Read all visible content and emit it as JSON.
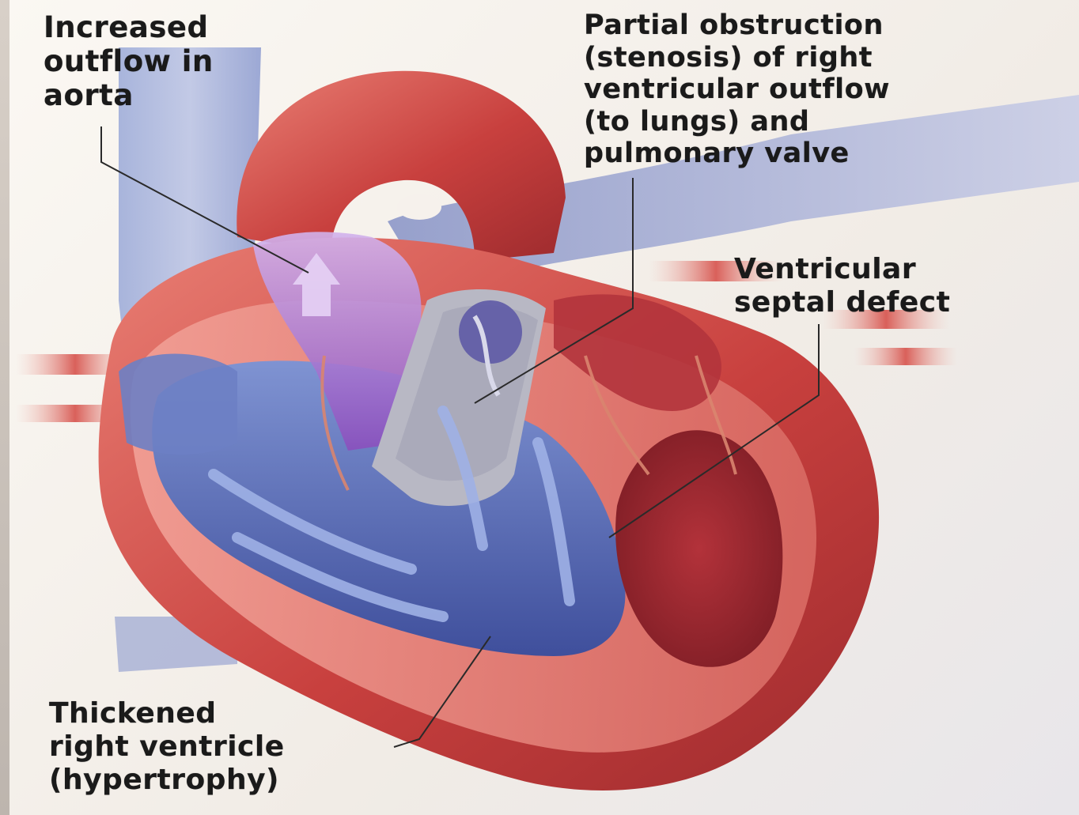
{
  "labels": {
    "aorta": "Increased\noutflow in\naorta",
    "stenosis": "Partial obstruction\n(stenosis) of right\nventricular outflow\n(to lungs) and\npulmonary valve",
    "vsd": "Ventricular\nseptal defect",
    "rv_hypertrophy": "Thickened\nright ventricle\n(hypertrophy)"
  },
  "colors": {
    "myocardium": "#c8403e",
    "myocardium_light": "#e58a80",
    "deoxygenated_blue": "#5a6fb8",
    "aorta_purple": "#9a62c8",
    "label_text": "#1a1a1a"
  }
}
